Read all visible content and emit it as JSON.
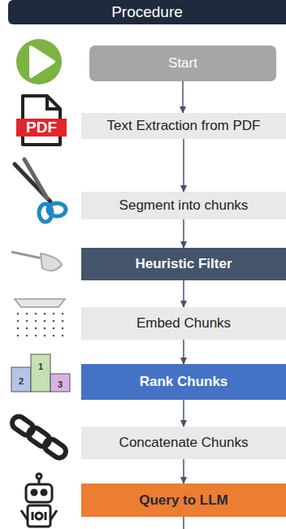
{
  "diagram": {
    "title": "Procedure",
    "nodes": [
      {
        "text": [
          "Start"
        ]
      },
      {
        "text": [
          "Text Extraction from PDF"
        ]
      },
      {
        "text": [
          "Segment into chunks"
        ]
      },
      {
        "text": [
          "Heuristic Filter"
        ]
      },
      {
        "text": [
          "Embed Chunks"
        ]
      },
      {
        "text": [
          "Rank Chunks"
        ]
      },
      {
        "text": [
          "Concatenate Chunks"
        ]
      },
      {
        "text": [
          "Query to LLM"
        ]
      }
    ],
    "edges": [
      {
        "from": 0,
        "to": 1,
        "arrow": "to"
      },
      {
        "from": 1,
        "to": 2,
        "arrow": "to"
      },
      {
        "from": 2,
        "to": 3,
        "arrow": "to"
      },
      {
        "from": 3,
        "to": 4,
        "arrow": "to"
      },
      {
        "from": 4,
        "to": 5,
        "arrow": "to"
      },
      {
        "from": 5,
        "to": 6,
        "arrow": "to"
      },
      {
        "from": 6,
        "to": 7,
        "arrow": "to"
      }
    ],
    "labels": [
      "PDF",
      "2",
      "1",
      "3"
    ]
  }
}
